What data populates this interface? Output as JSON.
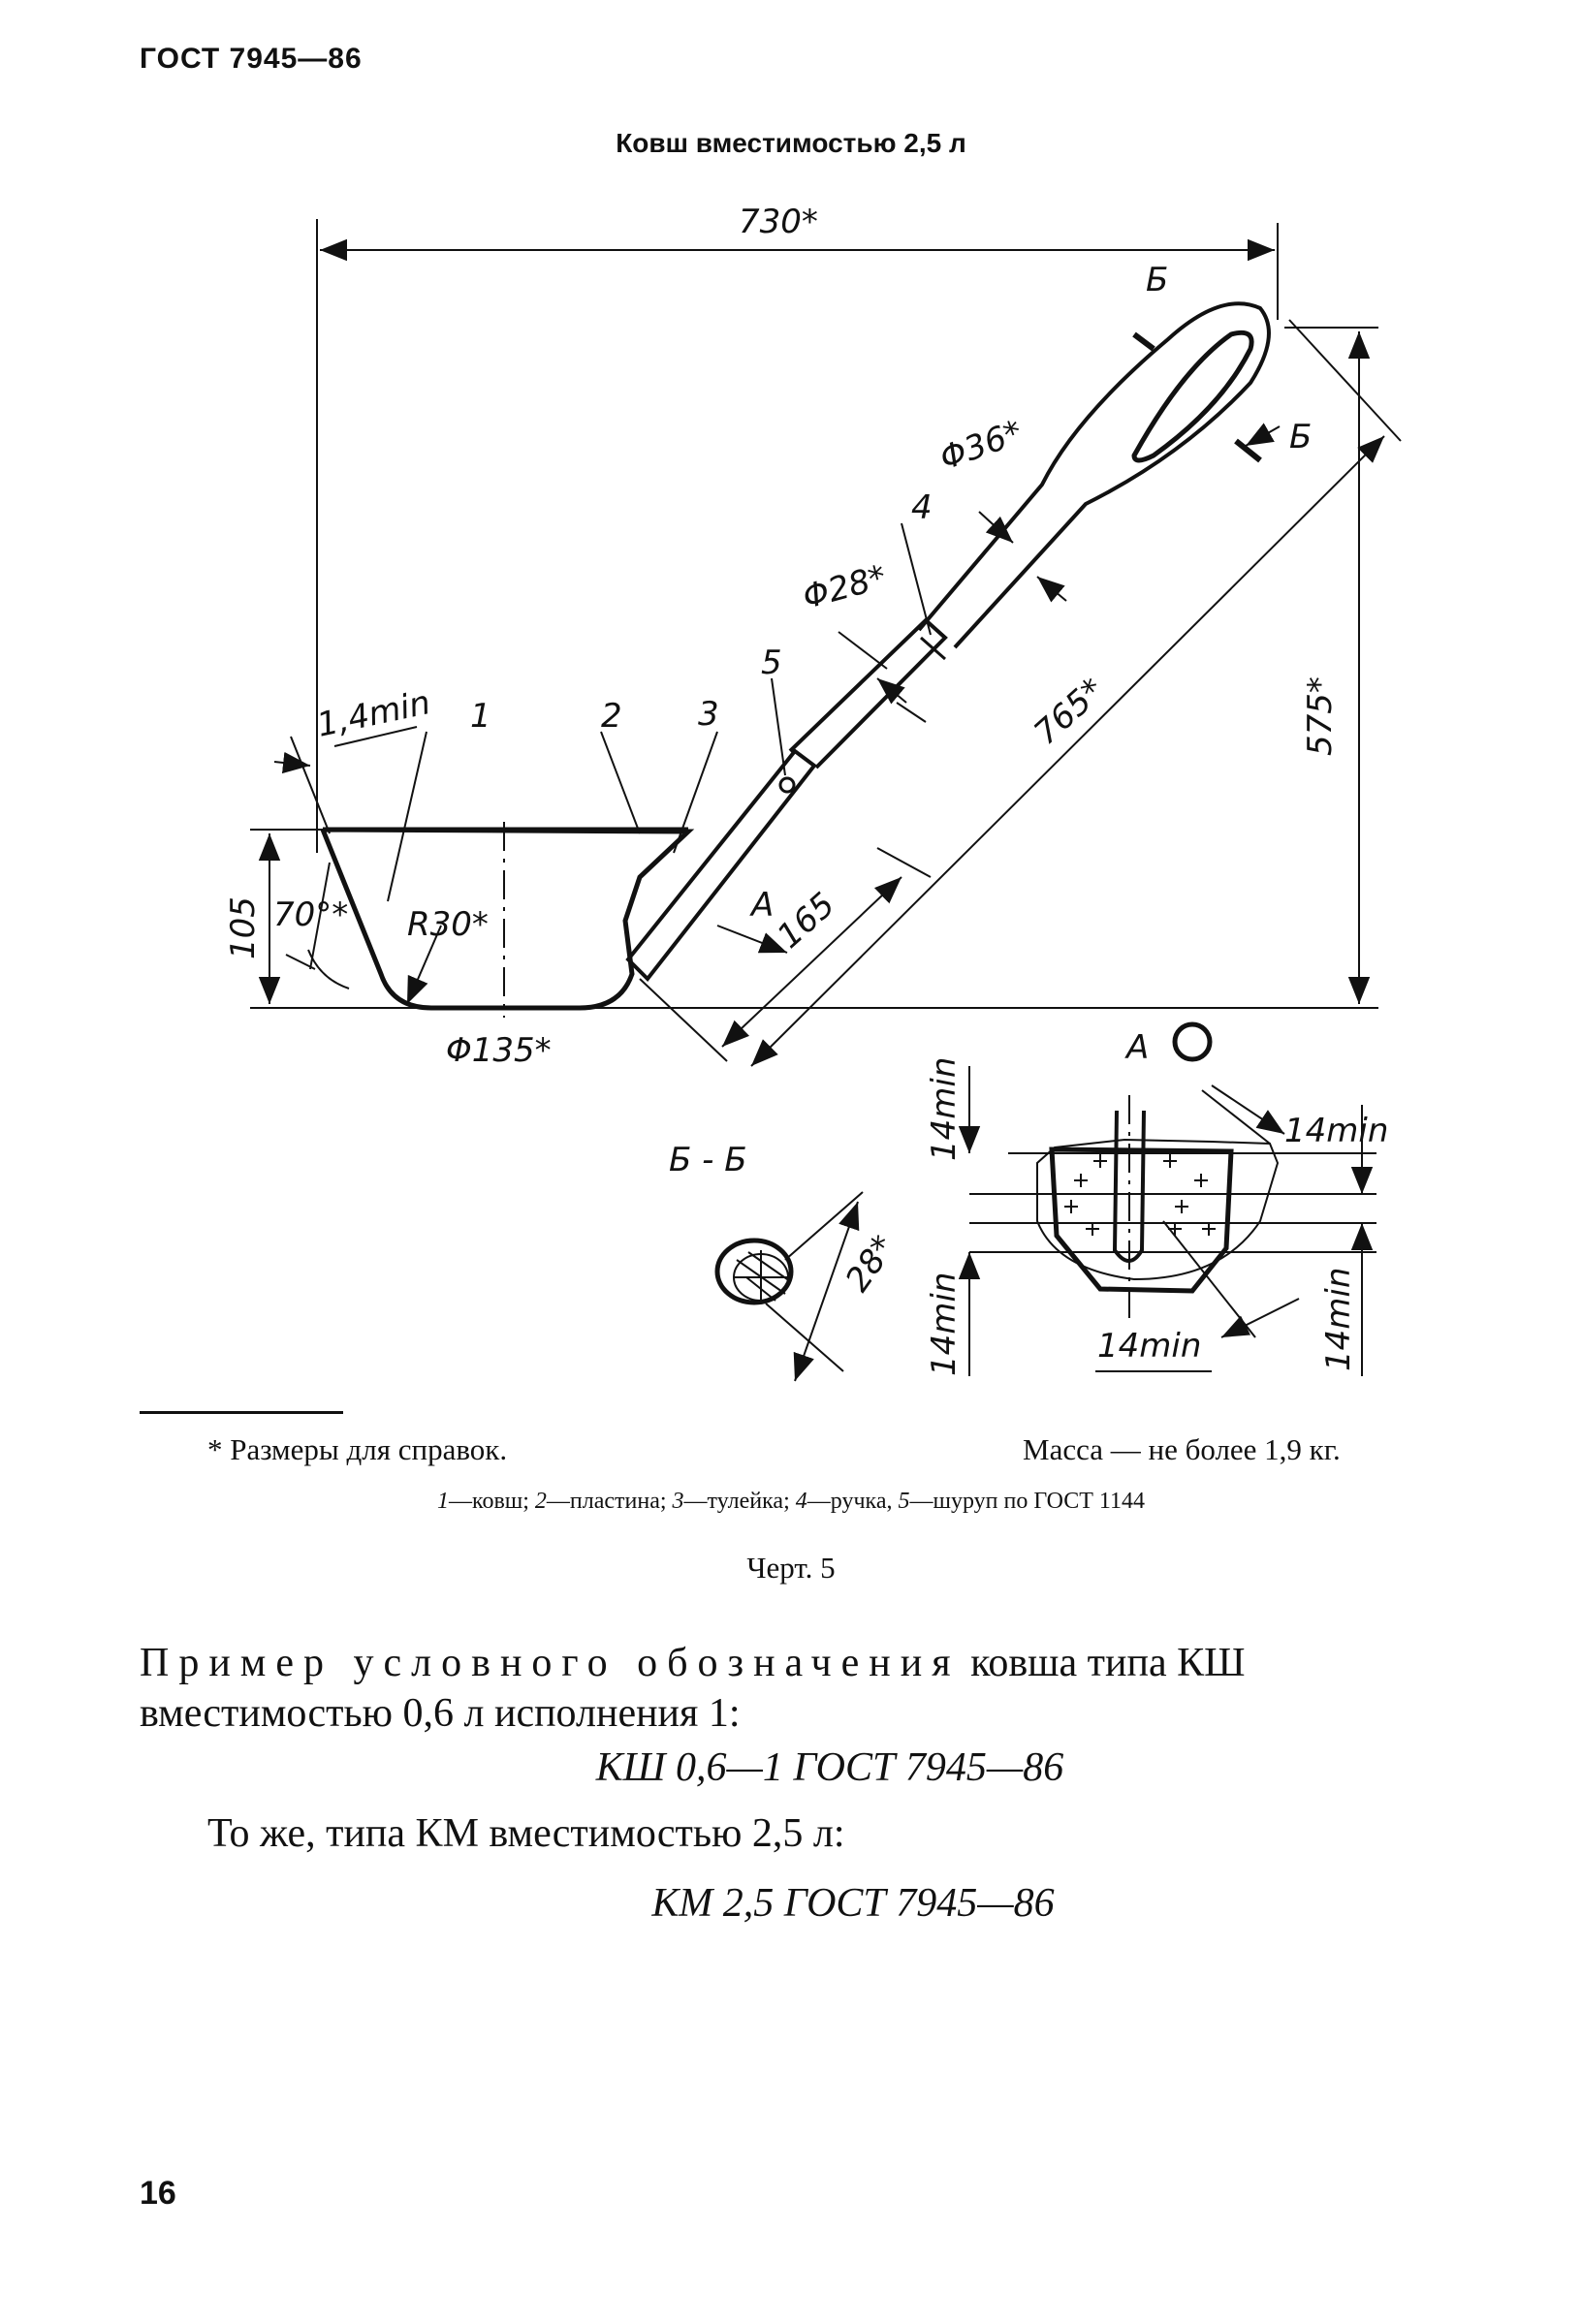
{
  "header": {
    "standard": "ГОСТ 7945—86"
  },
  "figure": {
    "title": "Ковш вместимостью 2,5 л",
    "dims": {
      "d730": "730*",
      "d575": "575*",
      "d765": "765*",
      "d165": "165",
      "d105": "105",
      "d135": "Φ135*",
      "r30": "R30*",
      "a70": "70°*",
      "t14": "1,4min",
      "phi36": "Φ36*",
      "phi28": "Φ28*",
      "s28": "28*",
      "m14a": "14min",
      "m14b": "14min",
      "m14c": "14min",
      "m14d": "14min",
      "m14e": "14min"
    },
    "labels": {
      "n1": "1",
      "n2": "2",
      "n3": "3",
      "n4": "4",
      "n5": "5",
      "b_top": "Б",
      "b_bottom": "Б",
      "arrow_a": "A",
      "view_a": "A",
      "section": "Б - Б"
    }
  },
  "footnote": "* Размеры для справок.",
  "mass": "Масса — не более 1,9 кг.",
  "legend": {
    "n1": "1",
    "t1": "—ковш; ",
    "n2": "2",
    "t2": "—пластина; ",
    "n3": "3",
    "t3": "—тулейка; ",
    "n4": "4",
    "t4": "—ручка, ",
    "n5": "5",
    "t5": "—шуруп по ГОСТ 1144"
  },
  "caption": "Черт. 5",
  "example": {
    "spaced": "Пример условного обозначения",
    "rest1": " ковша типа КШ",
    "line2": "вместимостью 0,6 л исполнения 1:",
    "designation1": "КШ 0,6—1 ГОСТ 7945—86",
    "same": "То же, типа КМ вместимостью 2,5 л:",
    "designation2": "КМ 2,5 ГОСТ 7945—86"
  },
  "page_number": "16"
}
